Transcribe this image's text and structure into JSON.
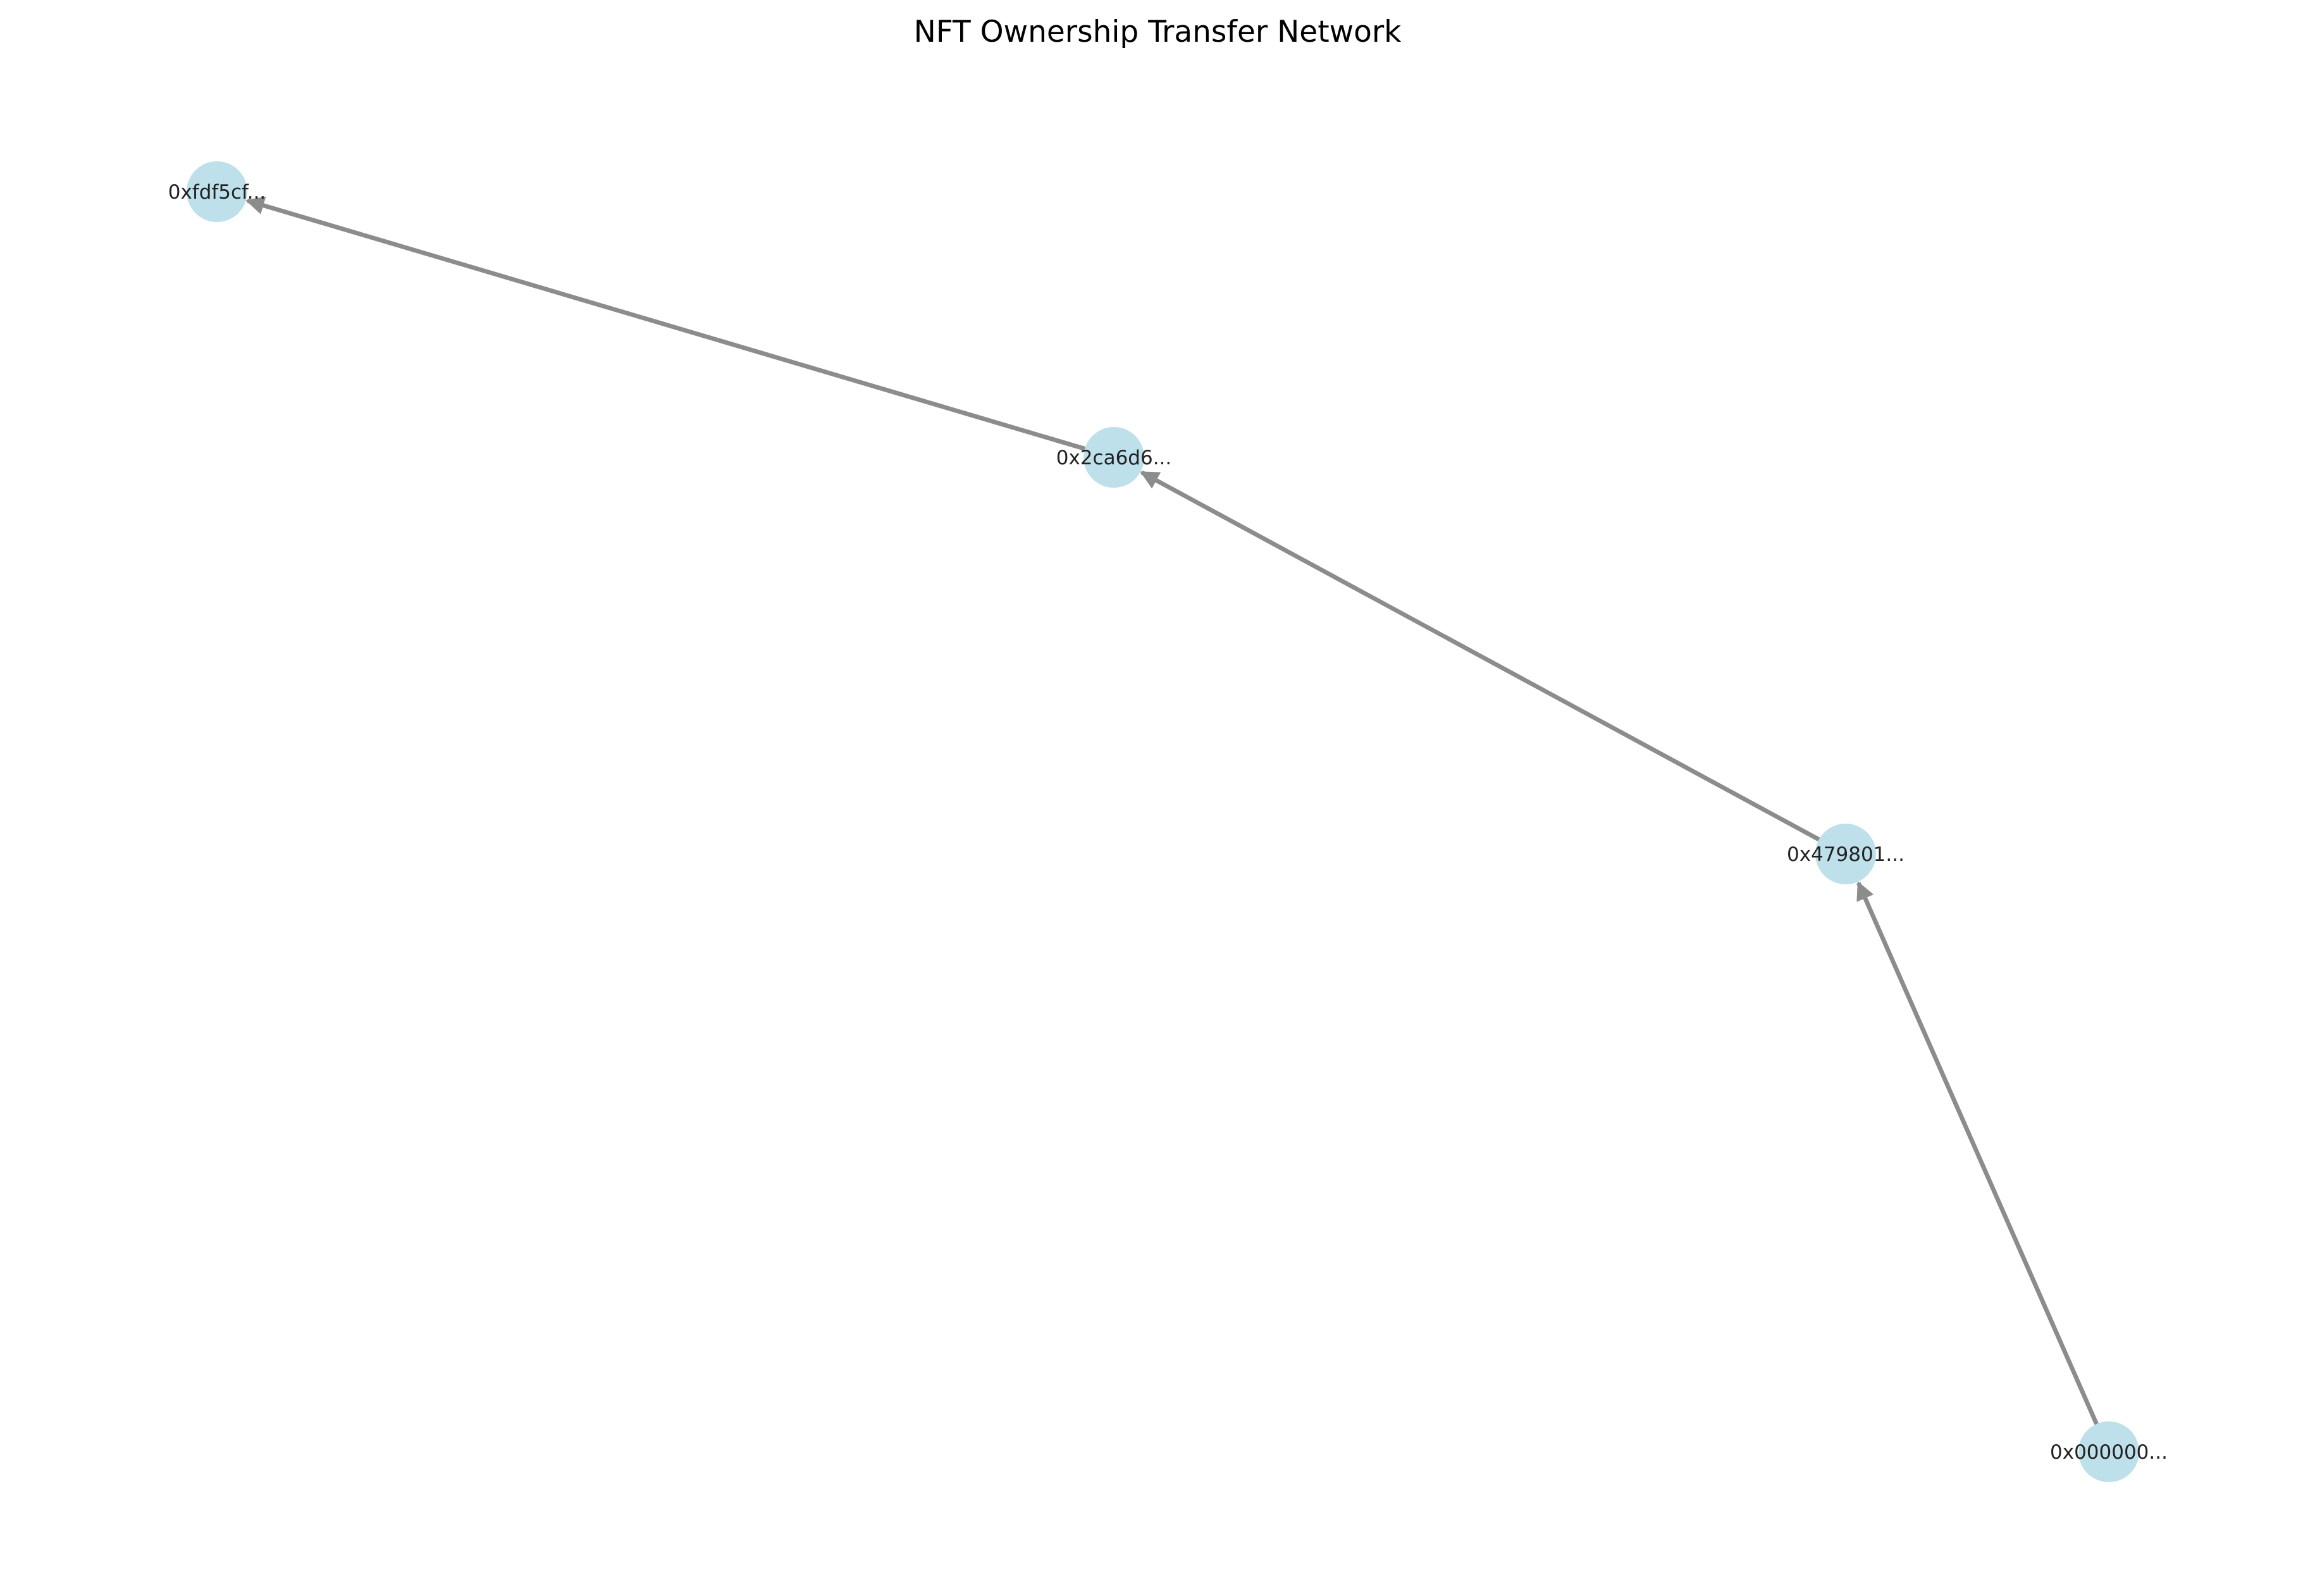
{
  "title": "NFT Ownership Transfer Network",
  "colors": {
    "node_fill": "#add8e6",
    "edge": "#8c8c8c",
    "label": "#222222",
    "background": "#ffffff"
  },
  "nodes": [
    {
      "id": "n_fdf5cf",
      "label": "0xfdf5cf..."
    },
    {
      "id": "n_2ca6d6",
      "label": "0x2ca6d6..."
    },
    {
      "id": "n_479801",
      "label": "0x479801..."
    },
    {
      "id": "n_000000",
      "label": "0x000000..."
    }
  ],
  "edges": [
    {
      "from": "n_000000",
      "to": "n_479801"
    },
    {
      "from": "n_479801",
      "to": "n_2ca6d6"
    },
    {
      "from": "n_2ca6d6",
      "to": "n_fdf5cf"
    }
  ]
}
